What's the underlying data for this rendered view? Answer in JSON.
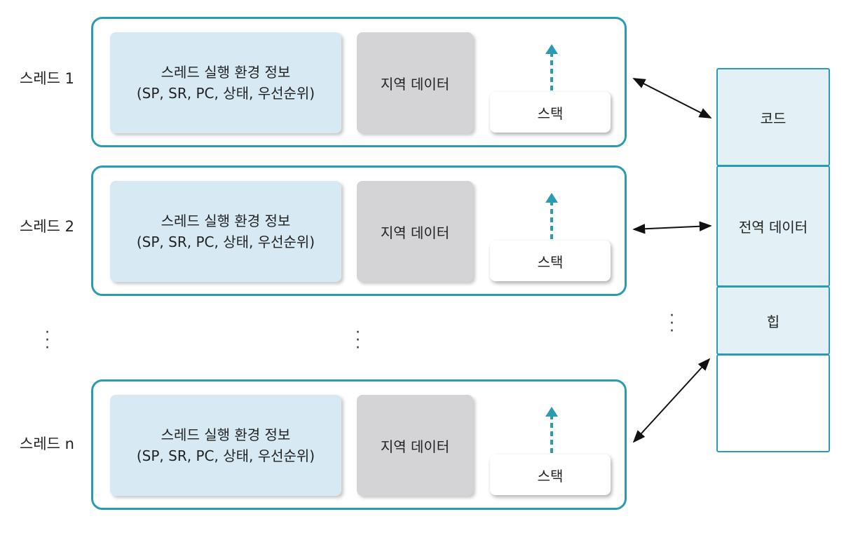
{
  "threads": [
    {
      "label": "스레드 1",
      "env_title": "스레드 실행 환경 정보",
      "env_detail": "(SP, SR, PC, 상태, 우선순위)",
      "local_data": "지역 데이터",
      "stack": "스택"
    },
    {
      "label": "스레드 2",
      "env_title": "스레드 실행 환경 정보",
      "env_detail": "(SP, SR, PC, 상태, 우선순위)",
      "local_data": "지역 데이터",
      "stack": "스택"
    },
    {
      "label": "스레드 n",
      "env_title": "스레드 실행 환경 정보",
      "env_detail": "(SP, SR, PC, 상태, 우선순위)",
      "local_data": "지역 데이터",
      "stack": "스택"
    }
  ],
  "memory": {
    "code": "코드",
    "global_data": "전역 데이터",
    "heap": "힙"
  },
  "colors": {
    "border": "#2a9bb3",
    "env_fill": "#d7eaf3",
    "local_fill": "#d4d4d6",
    "memory_fill": "#e3f1f7"
  }
}
